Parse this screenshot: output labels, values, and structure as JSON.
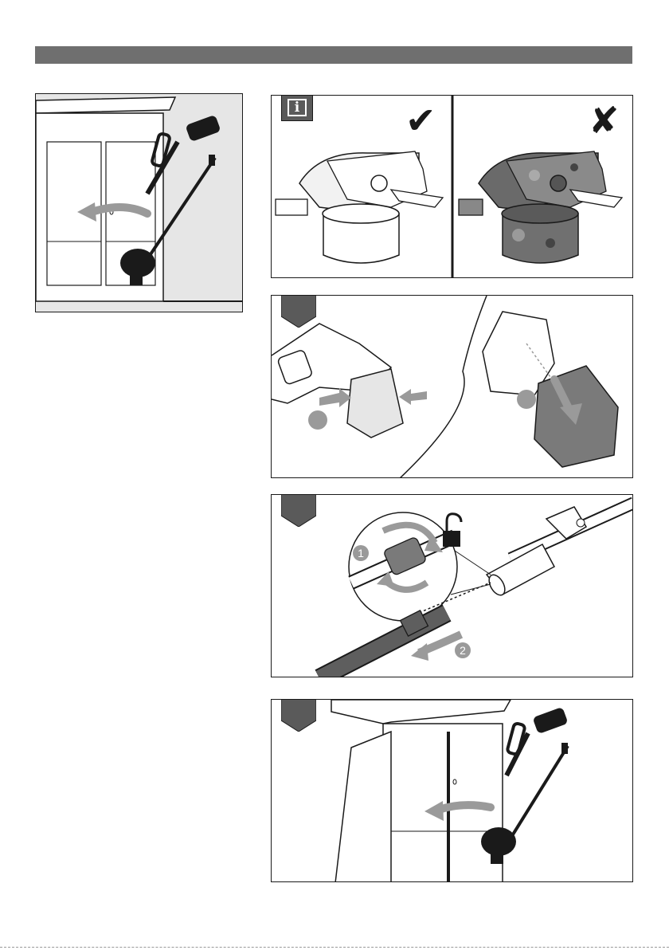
{
  "header": {
    "color": "#6f6f6f"
  },
  "info_icon": {
    "label": "i"
  },
  "panels": {
    "info": {
      "good_label": "✔",
      "bad_label": "✘"
    },
    "steps": [
      {
        "callouts": []
      },
      {
        "callouts": [
          "1",
          "2"
        ]
      },
      {
        "callouts": []
      }
    ]
  },
  "colors": {
    "badge": "#5a5a5a",
    "arrow": "#9a9a9a",
    "ink": "#1a1a1a",
    "fill_light": "#e4e4e4"
  }
}
